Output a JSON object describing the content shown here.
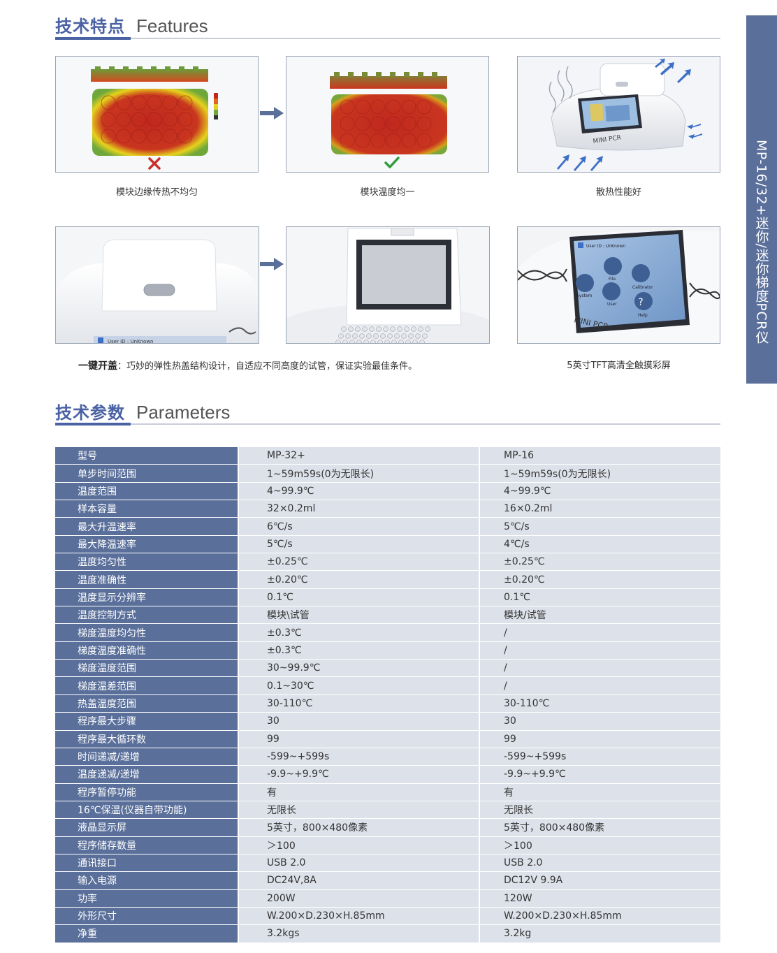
{
  "sidebar": {
    "text": "MP-16/32+迷你/迷你梯度PCR仪"
  },
  "features": {
    "title_cn": "技术特点",
    "title_en": "Features",
    "captions": {
      "uneven": "模块边缘传热不均匀",
      "uniform": "模块温度均一",
      "cooling": "散热性能好",
      "lid_bold": "一键开盖",
      "lid_rest": "：巧妙的弹性热盖结构设计，自适应不同高度的试管，保证实验最佳条件。",
      "screen": "5英寸TFT高清全触摸彩屏"
    },
    "device": {
      "brand": "MINI PCR",
      "user": "User ID : UnKnown",
      "icons": [
        "File",
        "Calibrator",
        "System",
        "User",
        "Help"
      ]
    }
  },
  "parameters": {
    "title_cn": "技术参数",
    "title_en": "Parameters",
    "rows": [
      {
        "label": "型号",
        "v1": "MP-32+",
        "v2": "MP-16"
      },
      {
        "label": "单步时间范围",
        "v1": "1~59m59s(0为无限长)",
        "v2": "1~59m59s(0为无限长)"
      },
      {
        "label": "温度范围",
        "v1": "4~99.9℃",
        "v2": "4~99.9℃"
      },
      {
        "label": "样本容量",
        "v1": "32×0.2ml",
        "v2": "16×0.2ml"
      },
      {
        "label": "最大升温速率",
        "v1": "6℃/s",
        "v2": "5℃/s"
      },
      {
        "label": "最大降温速率",
        "v1": "5℃/s",
        "v2": "4℃/s"
      },
      {
        "label": "温度均匀性",
        "v1": "±0.25℃",
        "v2": "±0.25℃"
      },
      {
        "label": "温度准确性",
        "v1": "±0.20℃",
        "v2": "±0.20℃"
      },
      {
        "label": "温度显示分辨率",
        "v1": "0.1℃",
        "v2": "0.1℃"
      },
      {
        "label": "温度控制方式",
        "v1": "模块\\试管",
        "v2": "模块/试管"
      },
      {
        "label": "梯度温度均匀性",
        "v1": "±0.3℃",
        "v2": "/"
      },
      {
        "label": "梯度温度准确性",
        "v1": "±0.3℃",
        "v2": "/"
      },
      {
        "label": "梯度温度范围",
        "v1": "30~99.9℃",
        "v2": "/"
      },
      {
        "label": "梯度温差范围",
        "v1": "0.1~30℃",
        "v2": "/"
      },
      {
        "label": "热盖温度范围",
        "v1": "30-110℃",
        "v2": "30-110℃"
      },
      {
        "label": "程序最大步骤",
        "v1": "30",
        "v2": "30"
      },
      {
        "label": "程序最大循环数",
        "v1": "99",
        "v2": "99"
      },
      {
        "label": "时间递减/递增",
        "v1": "-599~+599s",
        "v2": "-599~+599s"
      },
      {
        "label": "温度递减/递增",
        "v1": "-9.9~+9.9℃",
        "v2": "-9.9~+9.9℃"
      },
      {
        "label": "程序暂停功能",
        "v1": "有",
        "v2": "有"
      },
      {
        "label": "16℃保温(仪器自带功能)",
        "v1": "无限长",
        "v2": "无限长"
      },
      {
        "label": "液晶显示屏",
        "v1": "5英寸，800×480像素",
        "v2": "5英寸，800×480像素"
      },
      {
        "label": "程序储存数量",
        "v1": "＞100",
        "v2": "＞100"
      },
      {
        "label": "通讯接口",
        "v1": "USB 2.0",
        "v2": "USB 2.0"
      },
      {
        "label": "输入电源",
        "v1": "DC24V,8A",
        "v2": "DC12V 9.9A"
      },
      {
        "label": "功率",
        "v1": "200W",
        "v2": "120W"
      },
      {
        "label": "外形尺寸",
        "v1": "W.200×D.230×H.85mm",
        "v2": "W.200×D.230×H.85mm"
      },
      {
        "label": "净重",
        "v1": "3.2kgs",
        "v2": "3.2kg"
      }
    ]
  },
  "colors": {
    "accent_blue": "#4a62a3",
    "label_bg": "#5a6f9a",
    "value_bg": "#dde1ea",
    "heat_red": "#c0281e",
    "heat_yellow": "#e6d21c",
    "cross_red": "#c9302c",
    "check_green": "#2f9d3a"
  }
}
